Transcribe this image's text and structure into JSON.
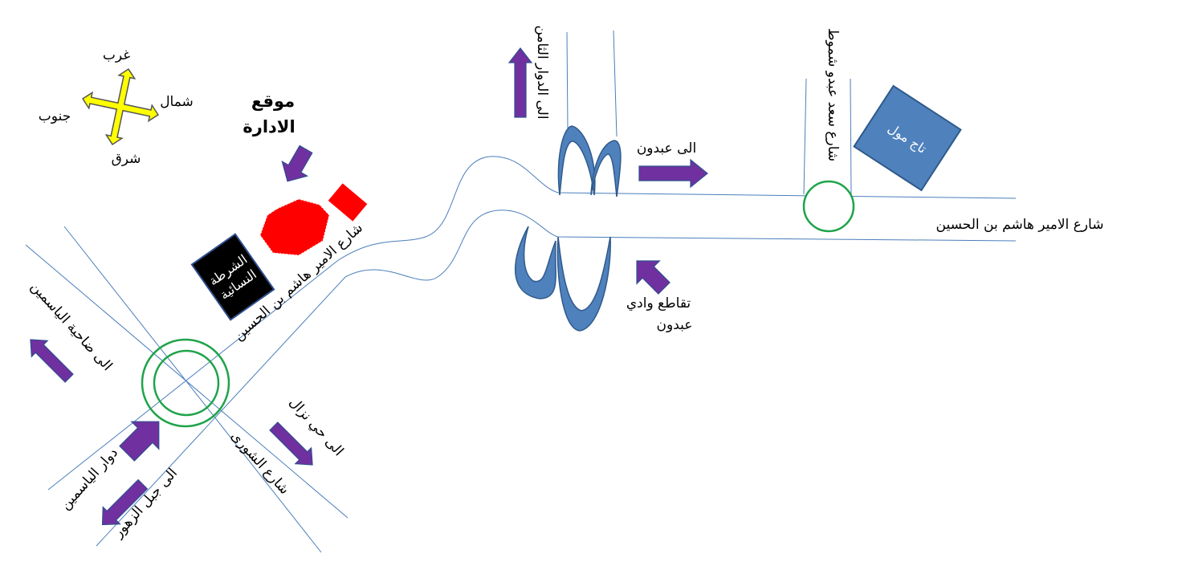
{
  "compass": {
    "top": "غرب",
    "right": "شمال",
    "left": "جنوب",
    "bottom": "شرق"
  },
  "site": {
    "line1": "موقع",
    "line2": "الادارة"
  },
  "police": {
    "line1": "الشرطة",
    "line2": "النسائية"
  },
  "streets": {
    "main_diagonal": "شارع الامير هاشم بن الحسين",
    "main_east": "شارع الامير هاشم بن الحسين",
    "shura": "شارع الشورى",
    "saad": "شارع سعد عبدو شموط"
  },
  "directions": {
    "yasmin_suburb": "الى ضاحية الياسمين",
    "yasmin_roundabout": "دوار الياسمين",
    "jabal_zuhur": "الى جبل الزهور",
    "hay_nazzal": "الى حي نزال",
    "eighth_circle": "الى الدوار الثامن",
    "abdoun": "الى عبدون",
    "wadi_abdoun_1": "تقاطع وادي",
    "wadi_abdoun_2": "عبدون"
  },
  "landmarks": {
    "taj_mall": "تاج مول"
  },
  "colors": {
    "arrow": "#7030a0",
    "roundabout": "#1fa34a",
    "building": "#ff0000",
    "mall": "#4f81bd",
    "compass": "#ffff00"
  }
}
